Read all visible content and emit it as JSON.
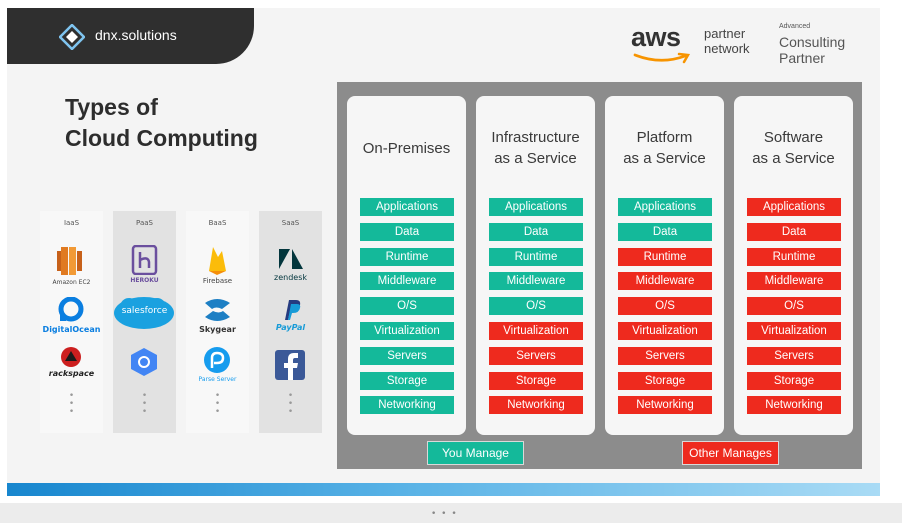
{
  "header": {
    "brand_name": "dnx.solutions",
    "aws_word": "aws",
    "partner_network": "partner network",
    "tier_small": "Advanced",
    "tier_big": "Consulting Partner"
  },
  "title": "Types of\nCloud Computing",
  "providers": [
    {
      "head": "IaaS",
      "items": [
        {
          "icon": "amazon-ec2-icon",
          "label": "Amazon EC2"
        },
        {
          "icon": "digitalocean-icon",
          "label": "DigitalOcean"
        },
        {
          "icon": "rackspace-icon",
          "label": "rackspace"
        }
      ]
    },
    {
      "head": "PaaS",
      "items": [
        {
          "icon": "heroku-icon",
          "label": "HEROKU"
        },
        {
          "icon": "salesforce-icon",
          "label": "salesforce"
        },
        {
          "icon": "google-app-engine-icon",
          "label": ""
        }
      ]
    },
    {
      "head": "BaaS",
      "items": [
        {
          "icon": "firebase-icon",
          "label": "Firebase"
        },
        {
          "icon": "skygear-icon",
          "label": "Skygear"
        },
        {
          "icon": "parse-server-icon",
          "label": "Parse Server"
        }
      ]
    },
    {
      "head": "SaaS",
      "items": [
        {
          "icon": "zendesk-icon",
          "label": "zendesk"
        },
        {
          "icon": "paypal-icon",
          "label": "PayPal"
        },
        {
          "icon": "facebook-icon",
          "label": ""
        }
      ]
    }
  ],
  "layers": [
    "Applications",
    "Data",
    "Runtime",
    "Middleware",
    "O/S",
    "Virtualization",
    "Servers",
    "Storage",
    "Networking"
  ],
  "models": [
    {
      "title": "On-Premises",
      "you_manage_count": 9
    },
    {
      "title": "Infrastructure\nas a Service",
      "you_manage_count": 5
    },
    {
      "title": "Platform\nas a Service",
      "you_manage_count": 2
    },
    {
      "title": "Software\nas a Service",
      "you_manage_count": 0
    }
  ],
  "legend": {
    "you_manage": "You Manage",
    "other_manages": "Other Manages"
  },
  "colors": {
    "you_manage": "#14b99a",
    "other_manages": "#ee2a1e",
    "board": "#8c8c8c",
    "brand_dark": "#2f2f2f",
    "aws_orange": "#f79400"
  }
}
